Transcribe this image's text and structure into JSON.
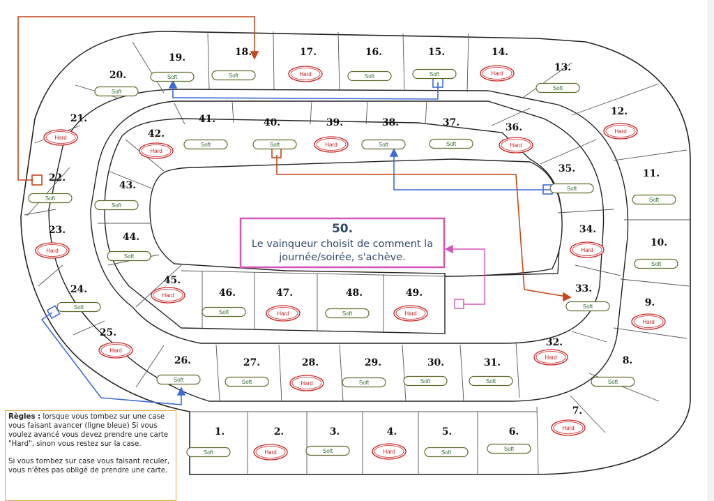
{
  "board": {
    "finish": {
      "number": "50.",
      "text_line1": "Le vainqueur choisit de comment la",
      "text_line2": "journée/soirée, s'achève."
    },
    "squares": [
      {
        "n": "1.",
        "t": "Soft"
      },
      {
        "n": "2.",
        "t": "Hard"
      },
      {
        "n": "3.",
        "t": "Soft"
      },
      {
        "n": "4.",
        "t": "Hard"
      },
      {
        "n": "5.",
        "t": "Soft"
      },
      {
        "n": "6.",
        "t": "Soft"
      },
      {
        "n": "7.",
        "t": "Hard"
      },
      {
        "n": "8.",
        "t": "Soft"
      },
      {
        "n": "9.",
        "t": "Hard"
      },
      {
        "n": "10.",
        "t": "Soft"
      },
      {
        "n": "11.",
        "t": "Soft"
      },
      {
        "n": "12.",
        "t": "Hard"
      },
      {
        "n": "13.",
        "t": "Soft"
      },
      {
        "n": "14.",
        "t": "Hard"
      },
      {
        "n": "15.",
        "t": "Soft"
      },
      {
        "n": "16.",
        "t": "Soft"
      },
      {
        "n": "17.",
        "t": "Hard"
      },
      {
        "n": "18.",
        "t": "Soft"
      },
      {
        "n": "19.",
        "t": "Soft"
      },
      {
        "n": "20.",
        "t": "Soft"
      },
      {
        "n": "21.",
        "t": "Hard"
      },
      {
        "n": "22.",
        "t": "Soft"
      },
      {
        "n": "23.",
        "t": "Hard"
      },
      {
        "n": "24.",
        "t": "Soft"
      },
      {
        "n": "25.",
        "t": "Hard"
      },
      {
        "n": "26.",
        "t": "Soft"
      },
      {
        "n": "27.",
        "t": "Soft"
      },
      {
        "n": "28.",
        "t": "Hard"
      },
      {
        "n": "29.",
        "t": "Soft"
      },
      {
        "n": "30.",
        "t": "Soft"
      },
      {
        "n": "31.",
        "t": "Soft"
      },
      {
        "n": "32.",
        "t": "Hard"
      },
      {
        "n": "33.",
        "t": "Soft"
      },
      {
        "n": "34.",
        "t": "Hard"
      },
      {
        "n": "35.",
        "t": "Soft"
      },
      {
        "n": "36.",
        "t": "Hard"
      },
      {
        "n": "37.",
        "t": "Soft"
      },
      {
        "n": "38.",
        "t": "Soft"
      },
      {
        "n": "39.",
        "t": "Hard"
      },
      {
        "n": "40.",
        "t": "Soft"
      },
      {
        "n": "41.",
        "t": "Soft"
      },
      {
        "n": "42.",
        "t": "Hard"
      },
      {
        "n": "43.",
        "t": "Soft"
      },
      {
        "n": "44.",
        "t": "Soft"
      },
      {
        "n": "45.",
        "t": "Hard"
      },
      {
        "n": "46.",
        "t": "Soft"
      },
      {
        "n": "47.",
        "t": "Hard"
      },
      {
        "n": "48.",
        "t": "Soft"
      },
      {
        "n": "49.",
        "t": "Hard"
      }
    ],
    "connections": [
      {
        "from": "15.",
        "to": "19.",
        "kind": "advance"
      },
      {
        "from": "35.",
        "to": "38.",
        "kind": "advance"
      },
      {
        "from": "24.",
        "to": "26.",
        "kind": "advance"
      },
      {
        "from": "22.",
        "to": "18.",
        "kind": "retreat"
      },
      {
        "from": "40.",
        "to": "33.",
        "kind": "retreat"
      },
      {
        "from": "49.",
        "to": "50.",
        "kind": "finish"
      }
    ]
  },
  "rules": {
    "title": "Règles :",
    "p1": "lorsque vous tombez sur une case vous faisant avancer (ligne bleue) Si vous voulez avancé vous devez prendre une carte \"Hard\", sinon vous restez sur la case.",
    "p2": "Si vous tombez sur case vous faisant reculer, vous n'êtes pas obligé de prendre une carte."
  },
  "colors": {
    "soft_text": "#2f6e2f",
    "soft_border": "#5f6b2a",
    "hard_text": "#c62020",
    "hard_border": "#cc2222",
    "advance_line": "#3d6ad6",
    "retreat_line": "#c4461a",
    "finish_border": "#d454b9",
    "rules_border": "#e0a43c"
  }
}
